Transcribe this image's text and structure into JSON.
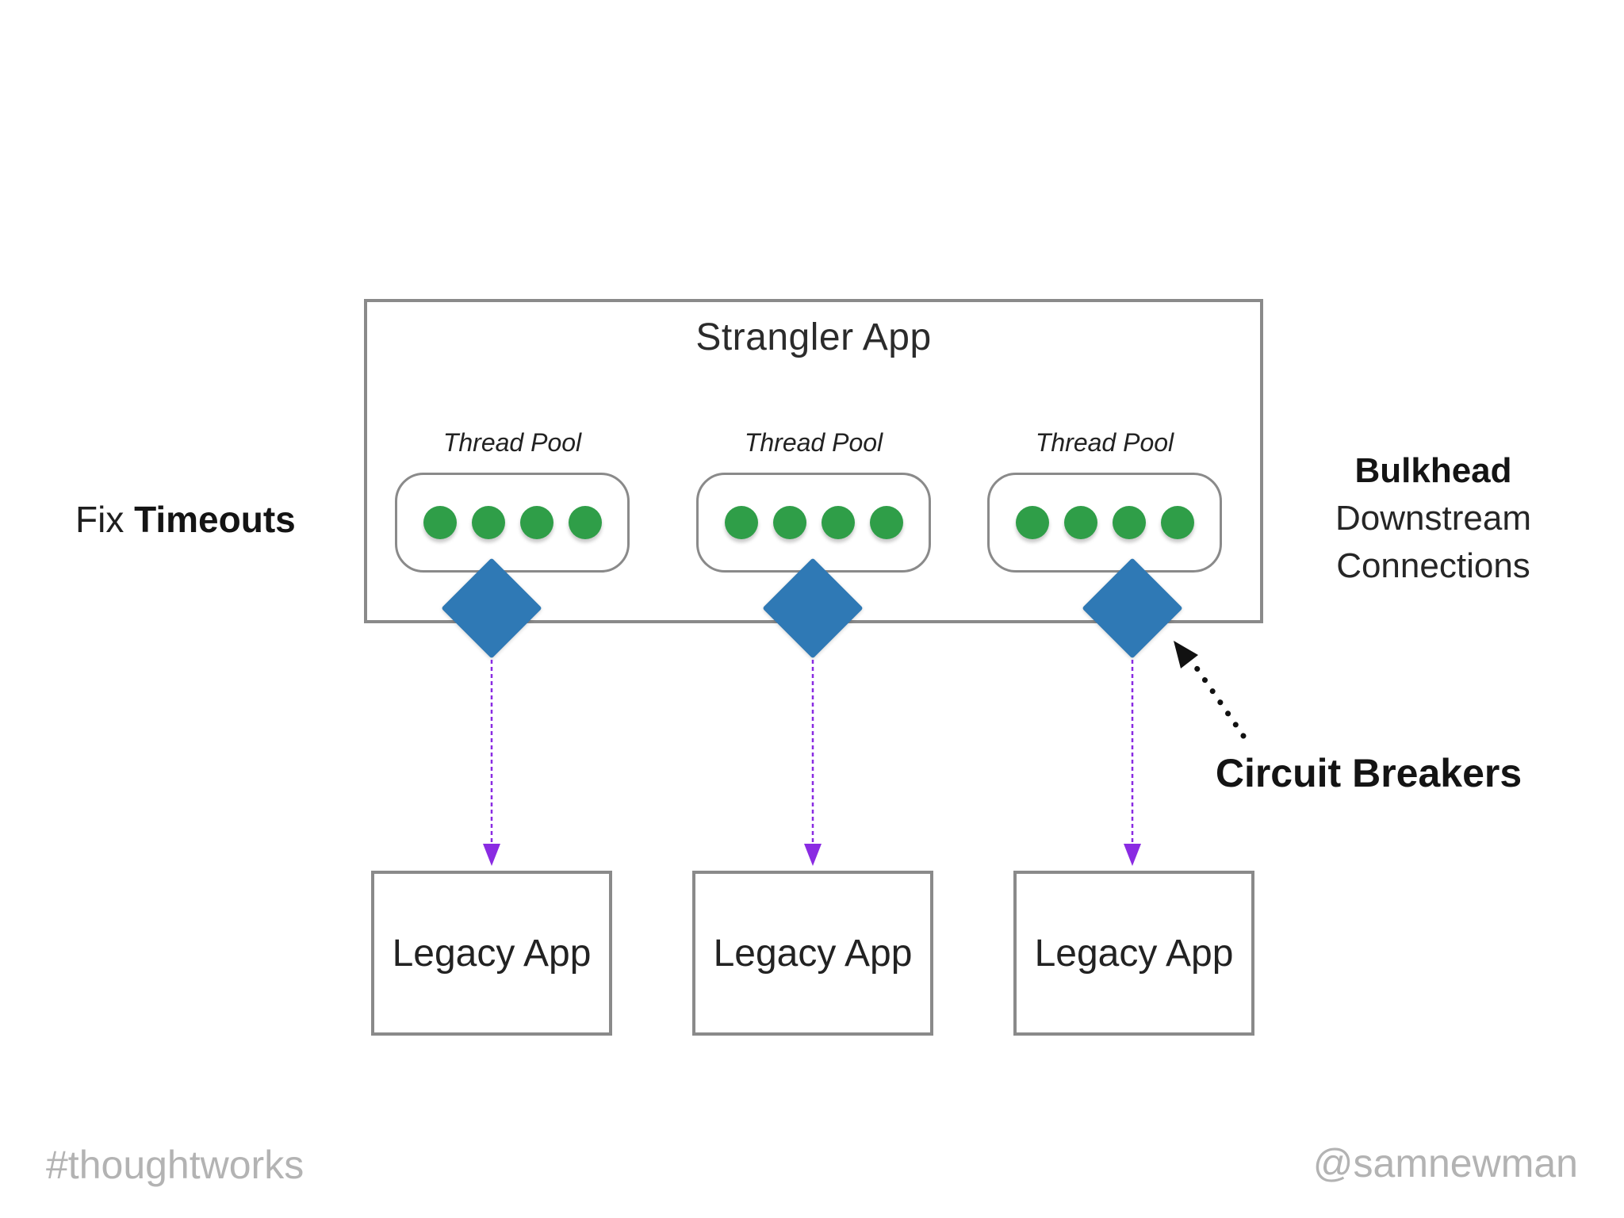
{
  "slide": {
    "strangler_app": {
      "title": "Strangler App"
    },
    "thread_pools": [
      {
        "label": "Thread Pool",
        "threads": 4
      },
      {
        "label": "Thread Pool",
        "threads": 4
      },
      {
        "label": "Thread Pool",
        "threads": 4
      }
    ],
    "legacy_apps": [
      {
        "label": "Legacy App"
      },
      {
        "label": "Legacy App"
      },
      {
        "label": "Legacy App"
      }
    ],
    "annotations": {
      "fix_prefix": "Fix ",
      "fix_emphasis": "Timeouts",
      "bulkhead_line1": "Bulkhead",
      "bulkhead_line2": "Downstream",
      "bulkhead_line3": "Connections",
      "circuit_breakers": "Circuit Breakers"
    },
    "footer": {
      "left": "#thoughtworks",
      "right": "@samnewman"
    },
    "colors": {
      "thread_dot": "#2f9e48",
      "circuit_breaker_diamond": "#2f79b5",
      "connection_arrow": "#8a2be2",
      "box_border": "#8a8a8a",
      "muted_text": "#b3b3b3",
      "annotation_arrow": "#111111"
    }
  }
}
